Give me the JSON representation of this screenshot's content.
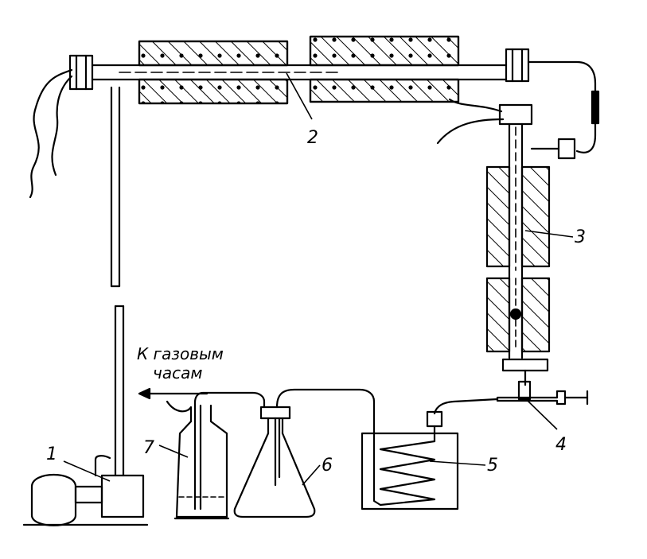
{
  "labels": {
    "pump": "1",
    "furnace_tube": "2",
    "vertical_reactor": "3",
    "tee_valve": "4",
    "cooling_coil": "5",
    "flask": "6",
    "wash_bottle": "7"
  },
  "gas_meter_caption": {
    "line1": "К газовым",
    "line2": "часам"
  },
  "colors": {
    "ink": "#000000",
    "paper": "#ffffff"
  }
}
